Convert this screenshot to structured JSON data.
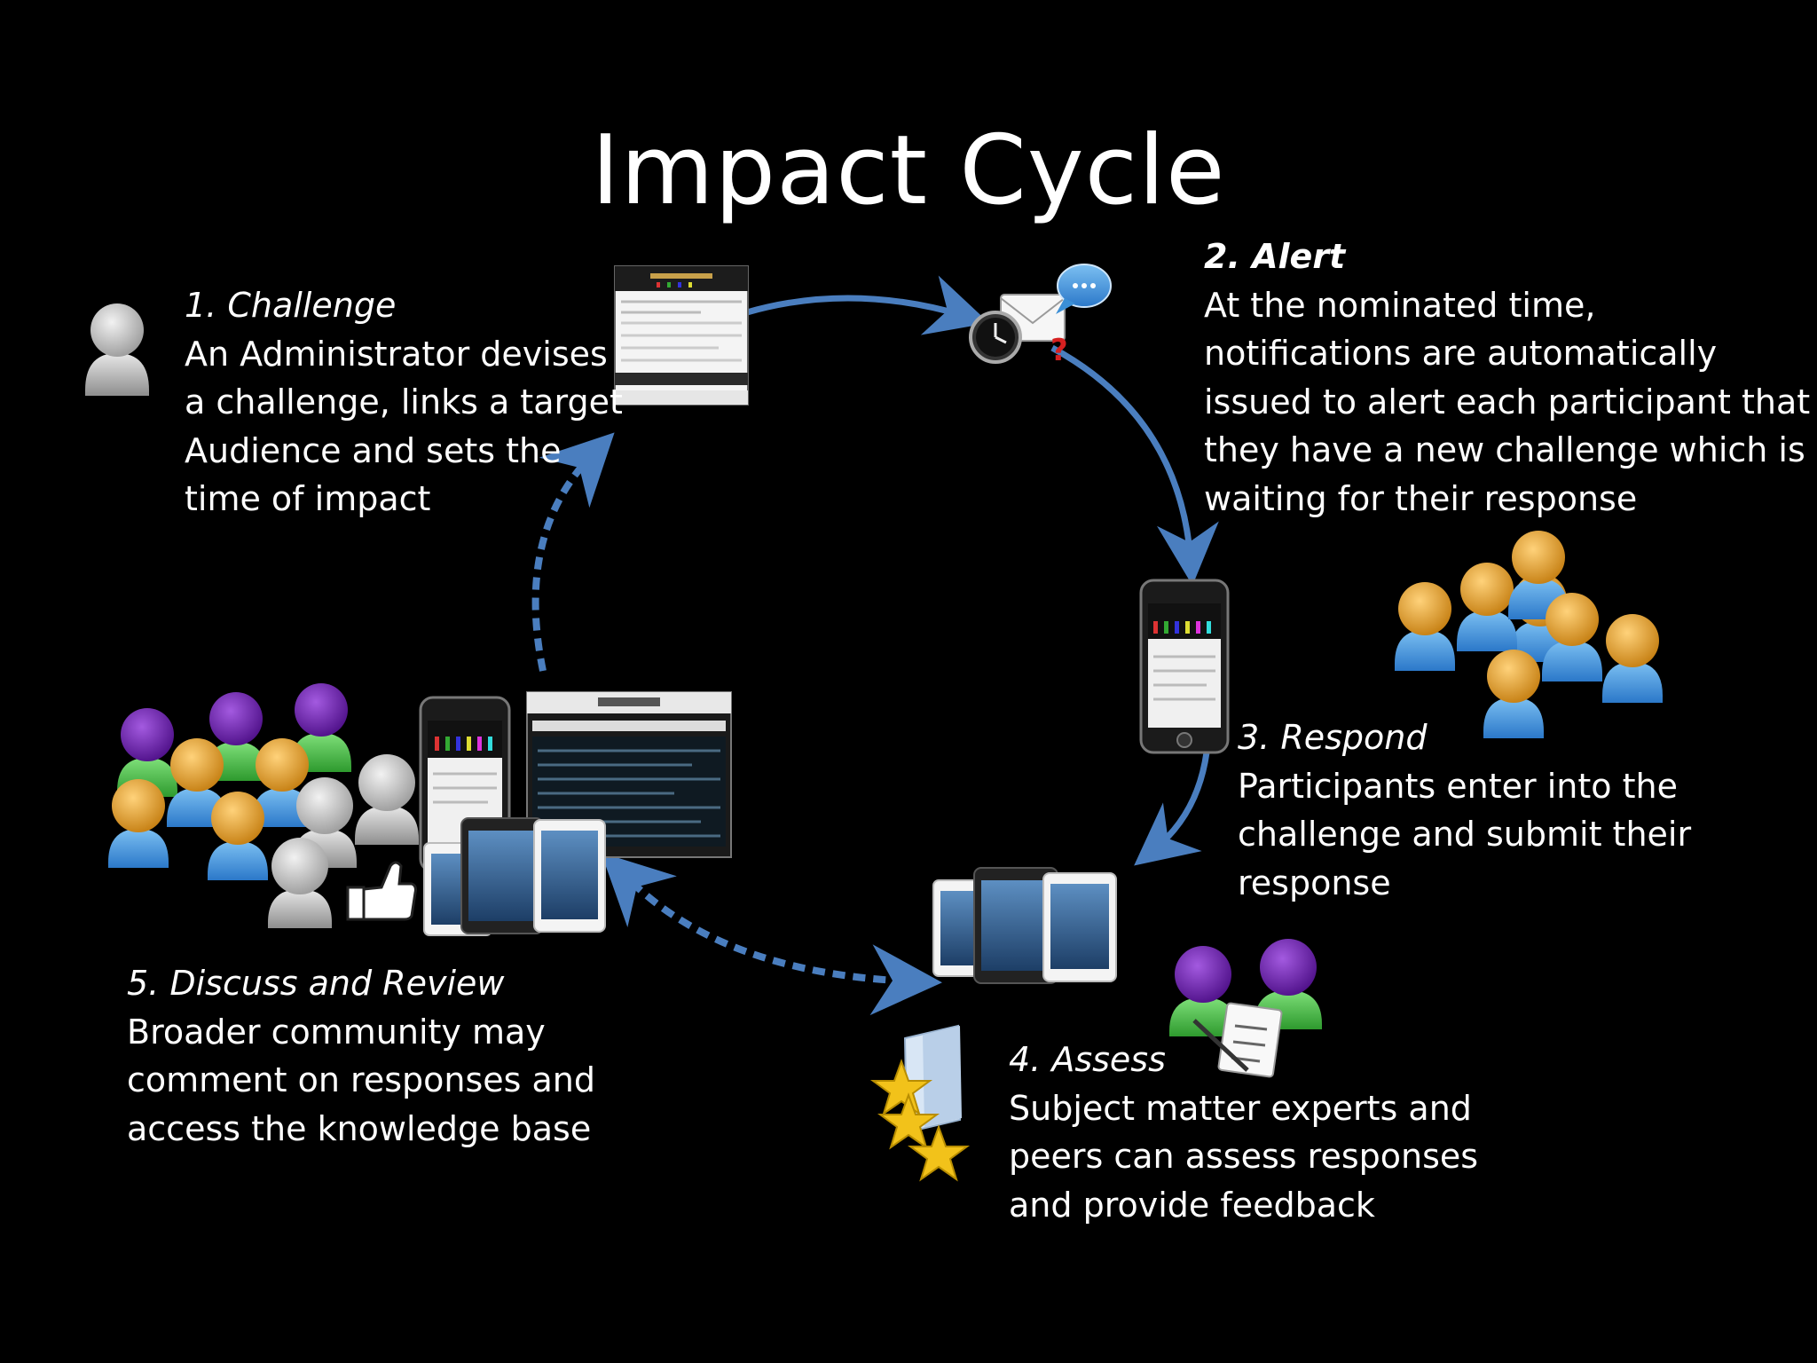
{
  "title": "Impact Cycle",
  "colors": {
    "background": "#000000",
    "text": "#ffffff",
    "arrow": "#4a7ebf",
    "person_gray": "#bdbdbd",
    "person_purple": "#6b1fa8",
    "person_orange": "#d9962a",
    "person_blue": "#3b8fd6",
    "person_green": "#3aa83a",
    "star": "#f2c21a"
  },
  "steps": [
    {
      "heading": "1. Challenge",
      "lines": [
        "An Administrator devises",
        "a challenge, links a target",
        "Audience and sets the",
        "time of impact"
      ]
    },
    {
      "heading": "2. Alert",
      "lines": [
        "At the nominated time,",
        "notifications are automatically",
        "issued to alert each participant that",
        "they have a new challenge which is",
        "waiting for their response"
      ]
    },
    {
      "heading": "3. Respond",
      "lines": [
        "Participants enter into the",
        "challenge and submit their",
        "response"
      ]
    },
    {
      "heading": "4. Assess",
      "lines": [
        "Subject matter experts and",
        "peers can assess responses",
        "and provide feedback"
      ]
    },
    {
      "heading": "5. Discuss and Review",
      "lines": [
        "Broader community may",
        "comment on responses and",
        "access the knowledge base"
      ]
    }
  ],
  "icons": {
    "administrator": "administrator-person-icon",
    "web_form": "web-form-screenshot-icon",
    "alert": "alert-envelope-clock-icon",
    "chat_bubble": "chat-bubble-icon",
    "question_mark": "question-mark-icon",
    "smartphone": "smartphone-icon",
    "participants": "participants-group-icon",
    "tablets": "tablets-icon",
    "assessors": "assessors-group-icon",
    "checklist": "checklist-icon",
    "folder_stars": "folder-stars-icon",
    "community": "community-group-icon",
    "devices": "devices-collage-icon",
    "thumbs_up": "thumbs-up-icon"
  }
}
